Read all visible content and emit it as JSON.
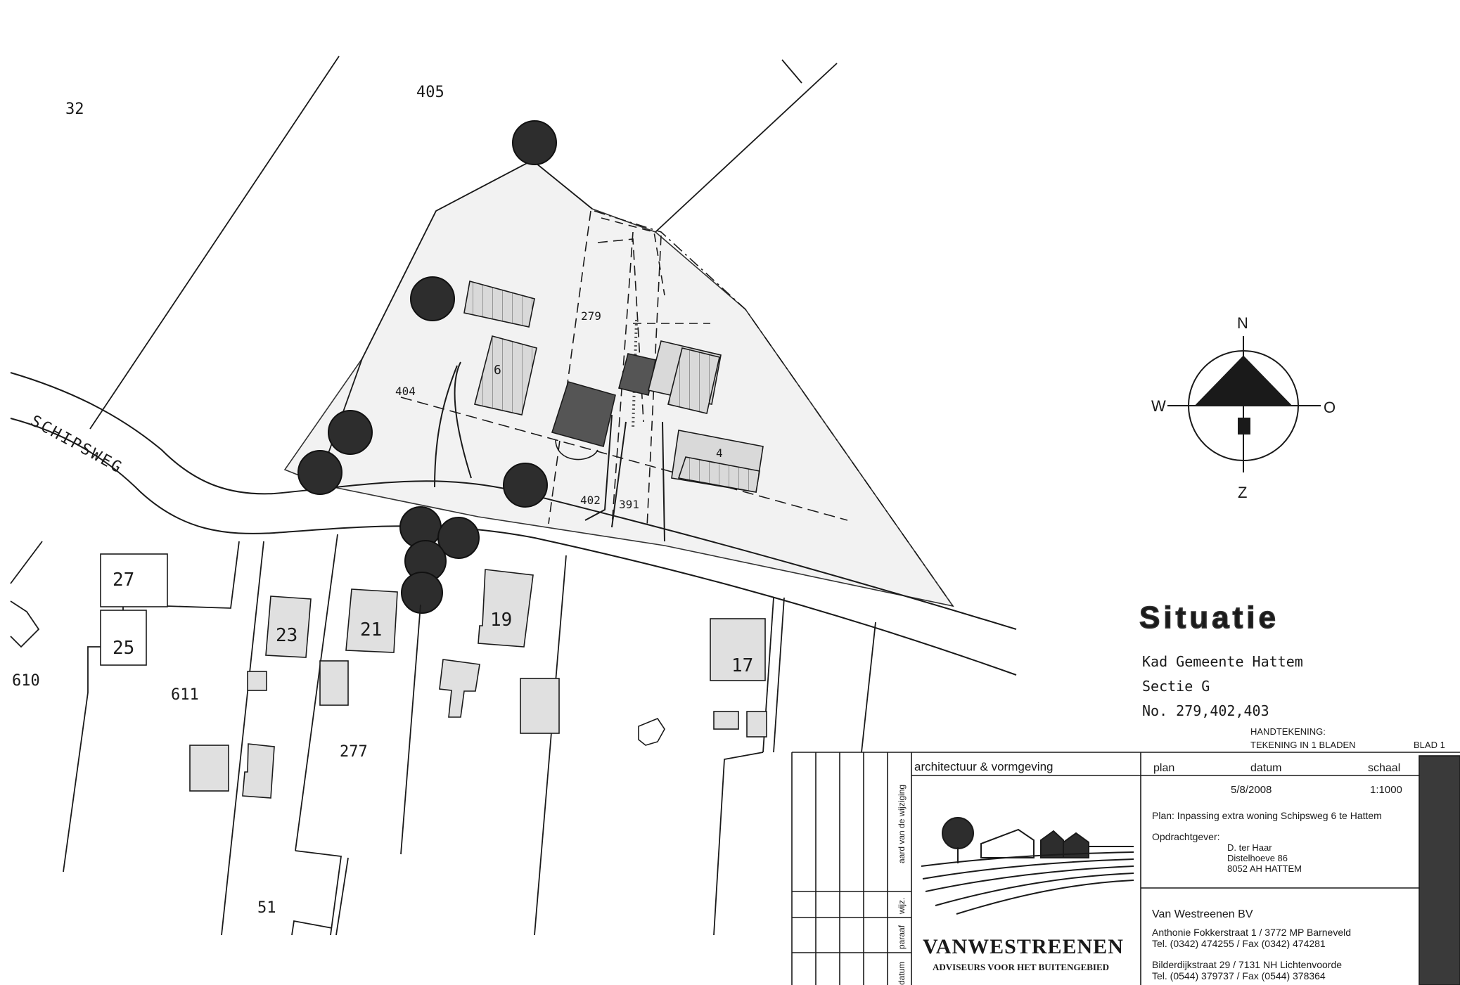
{
  "map": {
    "street": "SCHIPSWEG",
    "parcels": {
      "p32": "32",
      "p405": "405",
      "p279": "279",
      "p404": "404",
      "p402": "402",
      "p391": "391",
      "p610": "610",
      "p611": "611",
      "p277": "277",
      "p51": "51"
    },
    "houses": {
      "h6": "6",
      "h4": "4",
      "h27": "27",
      "h25": "25",
      "h23": "23",
      "h21": "21",
      "h19": "19",
      "h17": "17"
    },
    "compass": {
      "n": "N",
      "w": "W",
      "o": "O",
      "z": "Z"
    }
  },
  "title_block": {
    "heading": "Situatie",
    "gemeente": "Kad Gemeente Hattem",
    "sectie": "Sectie G",
    "nummers": "No. 279,402,403",
    "handtekening": "HANDTEKENING:",
    "tekening_in": "TEKENING IN   1  BLADEN",
    "blad": "BLAD  1",
    "discipline": "architectuur  &  vormgeving",
    "col_plan": "plan",
    "col_datum": "datum",
    "col_schaal": "schaal",
    "datum": "5/8/2008",
    "schaal": "1:1000",
    "plan_text": "Plan: Inpassing extra woning Schipsweg 6 te Hattem",
    "opdrachtgever_label": "Opdrachtgever:",
    "client_name": "D. ter Haar",
    "client_street": "Distelhoeve 86",
    "client_city": "8052 AH HATTEM",
    "company": "Van Westreenen BV",
    "address1": "Anthonie Fokkerstraat 1 /  3772 MP  Barneveld",
    "phone1": "Tel. (0342) 474255  /  Fax (0342) 474281",
    "address2": "Bilderdijkstraat 29  /  7131 NH  Lichtenvoorde",
    "phone2": "Tel. (0544) 379737  /  Fax (0544) 378364",
    "logo_name": "VANWESTREENEN",
    "logo_tagline": "ADVISEURS VOOR HET BUITENGEBIED",
    "rev_col_aard": "aard  van  de  wijziging",
    "rev_col_wijz": "wijz.",
    "rev_col_paraaf": "paraaf",
    "rev_col_datum": "datum"
  }
}
